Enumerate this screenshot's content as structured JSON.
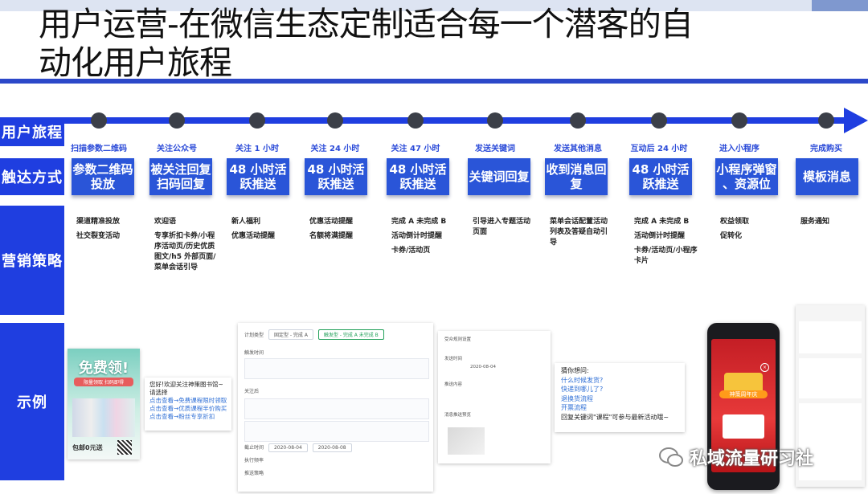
{
  "title": "用户运营-在微信生态定制适合每一个潜客的自\n动化用户旅程",
  "row_labels": {
    "journey": "用户旅程",
    "touch": "触达方式",
    "strategy": "营销策略",
    "example": "示例"
  },
  "steps": [
    {
      "title": "扫描参数二维码",
      "touch": "参数二维码\n投放",
      "strategy": [
        "渠道精准投放",
        "社交裂变活动"
      ]
    },
    {
      "title": "关注公众号",
      "touch": "被关注回复\n扫码回复",
      "strategy": [
        "欢迎语",
        "专享折扣卡券/小程\n序活动页/历史优质\n图文/h5 外部页面/\n菜单会话引导"
      ]
    },
    {
      "title": "关注 1 小时",
      "touch": "48 小时活\n跃推送",
      "strategy": [
        "新人福利",
        "优惠活动提醒"
      ]
    },
    {
      "title": "关注 24 小时",
      "touch": "48 小时活\n跃推送",
      "strategy": [
        "优惠活动提醒",
        "名额将满提醒"
      ]
    },
    {
      "title": "关注 47 小时",
      "touch": "48 小时活\n跃推送",
      "strategy": [
        "完成 A 未完成 B",
        "活动倒计时提醒",
        "卡券/活动页"
      ]
    },
    {
      "title": "发送关键词",
      "touch": "关键词回复",
      "strategy": [
        "引导进入专题活动\n页面"
      ]
    },
    {
      "title": "发送其他消息",
      "touch": "收到消息回复",
      "strategy": [
        "菜单会话配置活动\n列表及答疑自动引\n导"
      ]
    },
    {
      "title": "互动后 24 小时",
      "touch": "48 小时活\n跃推送",
      "strategy": [
        "完成 A 未完成 B",
        "活动倒计时提醒",
        "卡券/活动页/小程序\n卡片"
      ]
    },
    {
      "title": "进入小程序",
      "touch": "小程序弹窗\n、资源位",
      "strategy": [
        "权益领取",
        "促转化"
      ]
    },
    {
      "title": "完成购买",
      "touch": "模板消息",
      "strategy": [
        "服务通知"
      ]
    }
  ],
  "examples": {
    "poster": {
      "headline": "免费领!",
      "sub": "限量领取 扫码即得",
      "bottom": "包邮0元送"
    },
    "welcome": {
      "greeting": "您好!欢迎关注神策图书馆~",
      "prompt": "请选择",
      "links": [
        "点击查看→免费课程限时领取",
        "点击查看→优质课程半价购买",
        "点击查看→粉丝专享折扣"
      ]
    },
    "form": {
      "rows": [
        "计划类型",
        "触发时间",
        "关注后",
        "截止时间",
        "执行频率",
        "推送策略"
      ],
      "pills": [
        "固定型 - 完成 A",
        "触发型 - 完成 A 未完成 B"
      ],
      "dates": [
        "2020-08-04",
        "2020-08-08"
      ]
    },
    "detail": {
      "lines": [
        "受众规则设置",
        "发送时间",
        "推送内容",
        "消息推送预览"
      ],
      "date": "2020-08-04"
    },
    "faq": {
      "question": "猜你想问:",
      "links": [
        "什么时候发货?",
        "快递到哪儿了?",
        "退换货流程",
        "开票流程"
      ],
      "footer": "回复关键词\"课程\"可参与最新活动哦~"
    },
    "phone": {
      "banner": "神策周年庆"
    },
    "watermark": "私域流量研习社"
  }
}
